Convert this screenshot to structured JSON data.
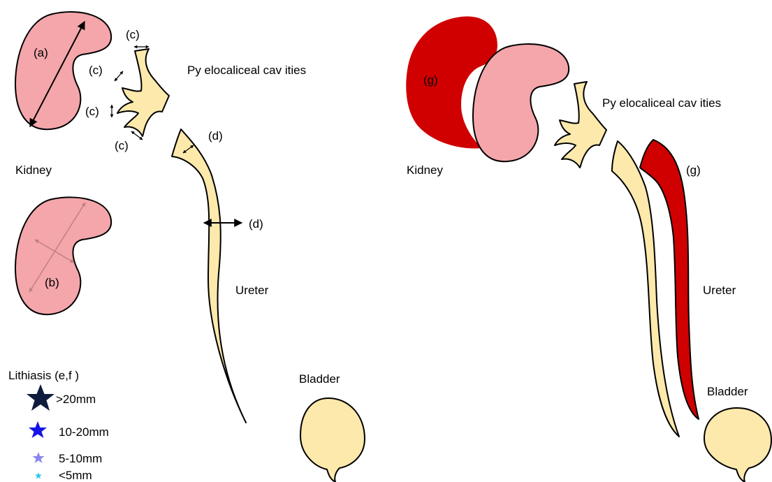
{
  "left_panel": {
    "labels": {
      "a": "(a)",
      "b": "(b)",
      "c": "(c)",
      "d": "(d)",
      "pyelocaliceal": "Py elocaliceal cav ities",
      "kidney": "Kidney",
      "ureter": "Ureter",
      "bladder": "Bladder"
    },
    "lithiasis": {
      "title": "Lithiasis    (e,f )",
      "items": [
        {
          "label": ">20mm",
          "color": "#0f1c3d"
        },
        {
          "label": "10-20mm",
          "color": "#1414e6"
        },
        {
          "label": "5-10mm",
          "color": "#8a86ee"
        },
        {
          "label": "<5mm",
          "color": "#29c4ee"
        }
      ]
    }
  },
  "right_panel": {
    "labels": {
      "g": "(g)",
      "pyelocaliceal": "Py elocaliceal cav ities",
      "kidney": "Kidney",
      "ureter": "Ureter",
      "bladder": "Bladder"
    }
  },
  "colors": {
    "kidney": "#f4a6ab",
    "cavity": "#fde9ab",
    "highlight": "#d00000"
  }
}
